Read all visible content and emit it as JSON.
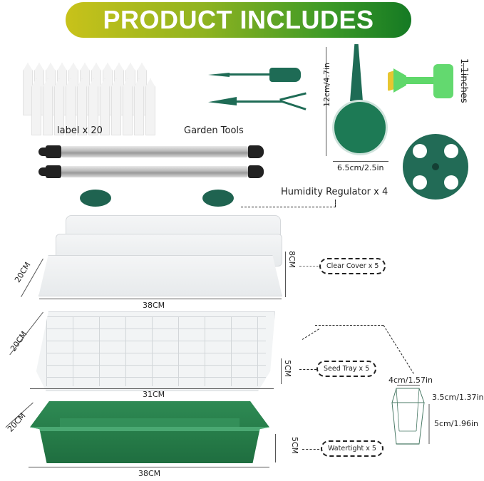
{
  "banner": {
    "title": "PRODUCT INCLUDES",
    "gradient_start": "#c8c21a",
    "gradient_end": "#157a24"
  },
  "items": {
    "labels": {
      "caption": "label x 20",
      "count": 20
    },
    "garden_tools": {
      "caption": "Garden Tools"
    },
    "seeder": {
      "height": "12cm/4.7in",
      "width": "6.5cm/2.5in"
    },
    "spray_cap": {
      "height": "1.1inches"
    },
    "humidity_regulator": {
      "caption": "Humidity Regulator x 4"
    },
    "clear_cover": {
      "caption": "Clear Cover x 5",
      "depth": "20CM",
      "height": "8CM",
      "length": "38CM"
    },
    "seed_tray": {
      "caption": "Seed Tray x 5",
      "depth": "20CM",
      "height": "5CM",
      "length": "31CM"
    },
    "watertight": {
      "caption": "Watertight x 5",
      "depth": "20CM",
      "height": "5CM",
      "length": "38CM"
    },
    "cell": {
      "top": "4cm/1.57in",
      "side": "3.5cm/1.37in",
      "height": "5cm/1.96in"
    }
  },
  "colors": {
    "tool_green": "#1e6b55",
    "tray_green": "#2a8050",
    "light_green": "#5fd86a"
  }
}
